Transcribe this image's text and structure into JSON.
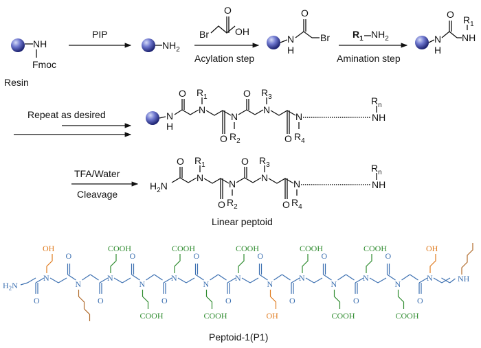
{
  "colors": {
    "backbone": "#3b6fb0",
    "hydroxyl": "#e07b1f",
    "carboxyl": "#2e8b2e",
    "butyl": "#b06a2a",
    "resin": "#3a44a0"
  },
  "step1": {
    "reagent": "PIP",
    "resin_label": "Resin",
    "nh": "NH",
    "fmoc": "Fmoc",
    "nh2": "NH",
    "nh2_sub": "2"
  },
  "step2": {
    "br": "Br",
    "o": "O",
    "oh": "OH",
    "label": "Acylation step",
    "product_h": "H",
    "product_n": "N",
    "product_o": "O",
    "product_br": "Br"
  },
  "step3": {
    "reagent_r": "R",
    "reagent_r_sub": "1",
    "reagent_nh2": "NH",
    "reagent_nh2_sub": "2",
    "label": "Amination step",
    "product_h": "H",
    "product_n": "N",
    "product_o": "O",
    "product_nh": "NH",
    "product_r": "R",
    "product_r_sub": "1"
  },
  "repeat": {
    "label": "Repeat as desired",
    "h": "H",
    "n": "N",
    "o": "O",
    "r1": "R",
    "r1_sub": "1",
    "r2": "R",
    "r2_sub": "2",
    "r3": "R",
    "r3_sub": "3",
    "r4": "R",
    "r4_sub": "4",
    "rn": "R",
    "rn_sub": "n",
    "nh": "NH"
  },
  "cleavage": {
    "reagent": "TFA/Water",
    "label": "Cleavage",
    "h2n": "H",
    "h2n_sub": "2",
    "h2n_n": "N",
    "o": "O",
    "n": "N",
    "r1": "R",
    "r1_sub": "1",
    "r2": "R",
    "r2_sub": "2",
    "r3": "R",
    "r3_sub": "3",
    "r4": "R",
    "r4_sub": "4",
    "rn": "R",
    "rn_sub": "n",
    "nh": "NH",
    "product_name": "Linear peptoid"
  },
  "peptoid": {
    "terminal_n": "H",
    "terminal_sub": "2",
    "terminal_n2": "N",
    "n": "N",
    "o": "O",
    "nh": "NH",
    "oh": "OH",
    "cooh": "COOH",
    "caption": "Peptoid-1(P1)"
  }
}
